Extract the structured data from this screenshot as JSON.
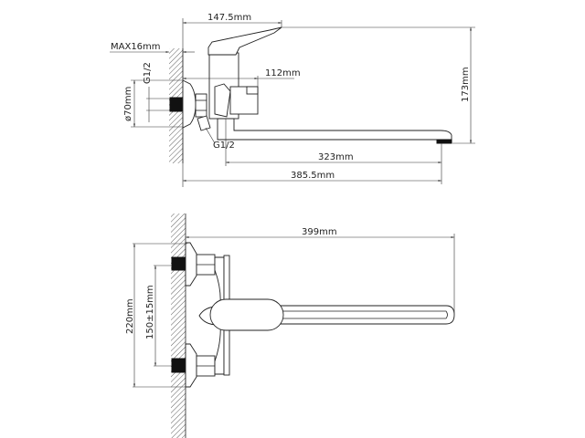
{
  "side_view": {
    "width_handle": "147.5mm",
    "max_wall": "MAX16mm",
    "thread_top": "G1/2",
    "escutcheon_diameter": "ø70mm",
    "body_depth": "112mm",
    "height": "173mm",
    "thread_bottom": "G1/2",
    "spout_reach": "323mm",
    "total_reach": "385.5mm"
  },
  "top_view": {
    "total_length": "399mm",
    "overall_height": "220mm",
    "inlet_spacing": "150±15mm"
  }
}
